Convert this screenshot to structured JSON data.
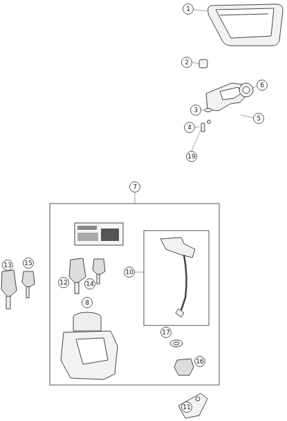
{
  "diagram": {
    "labels": [
      "1",
      "2",
      "6",
      "3",
      "4",
      "5",
      "19",
      "7",
      "10",
      "13",
      "15",
      "12",
      "14",
      "8",
      "17",
      "16",
      "11"
    ]
  }
}
